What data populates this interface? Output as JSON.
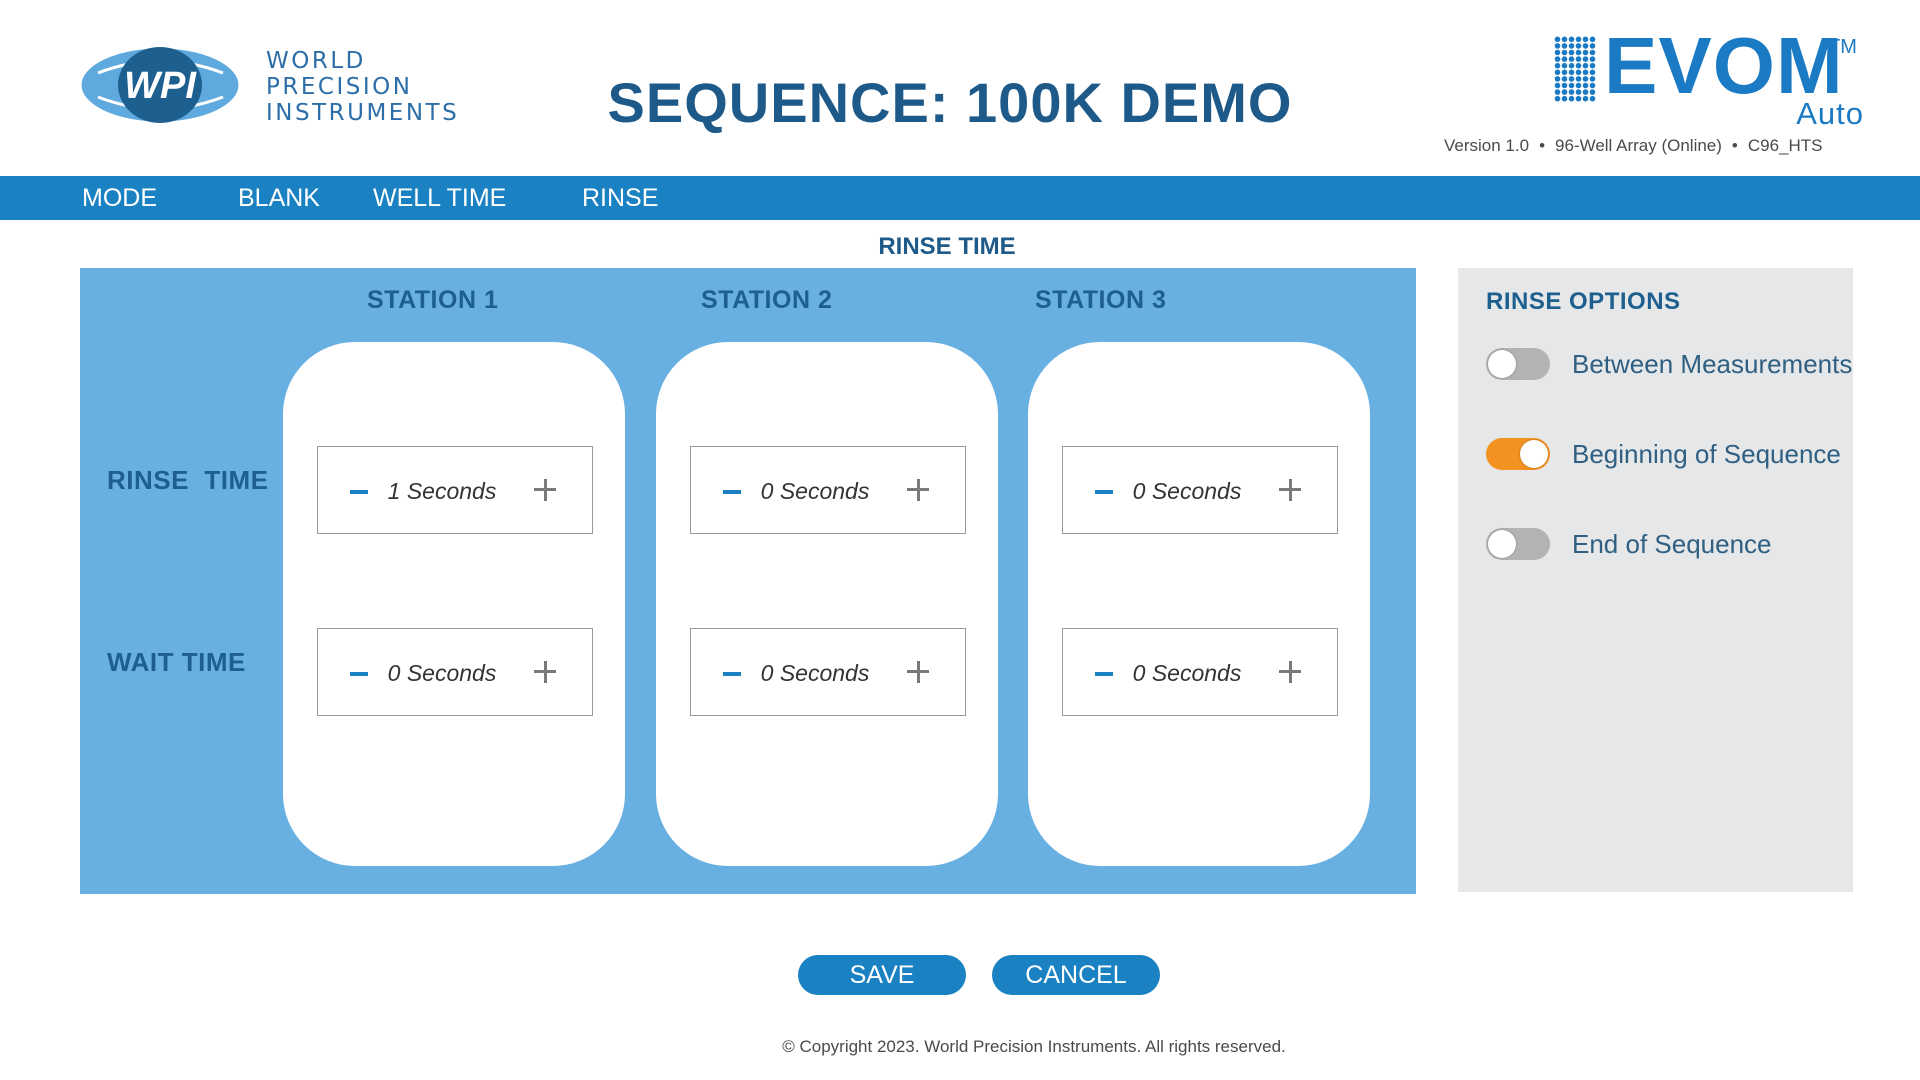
{
  "header": {
    "wpi_lines": [
      "WORLD",
      "PRECISION",
      "INSTRUMENTS"
    ],
    "logo_text": "WPI",
    "title": "SEQUENCE: 100K DEMO",
    "evom_word": "EVOM",
    "evom_tm": "TM",
    "evom_sub": "Auto",
    "version": "Version 1.0",
    "array": "96-Well Array (Online)",
    "model": "C96_HTS",
    "separator": "•"
  },
  "nav": {
    "mode": "MODE",
    "blank": "BLANK",
    "well_time": "WELL TIME",
    "rinse": "RINSE"
  },
  "section_title": "RINSE TIME",
  "rows": {
    "rinse_time": "RINSE  TIME",
    "wait_time": "WAIT TIME"
  },
  "stations": [
    {
      "name": "STATION 1",
      "rinse": "1 Seconds",
      "wait": "0 Seconds"
    },
    {
      "name": "STATION 2",
      "rinse": "0 Seconds",
      "wait": "0 Seconds"
    },
    {
      "name": "STATION 3",
      "rinse": "0 Seconds",
      "wait": "0 Seconds"
    }
  ],
  "rinse_options": {
    "title": "RINSE OPTIONS",
    "items": [
      {
        "label": "Between Measurements",
        "enabled": false
      },
      {
        "label": "Beginning of Sequence",
        "enabled": true
      },
      {
        "label": "End of Sequence",
        "enabled": false
      }
    ]
  },
  "buttons": {
    "save": "SAVE",
    "cancel": "CANCEL"
  },
  "footer": {
    "copyright": "© Copyright 2023. World Precision Instruments. All rights reserved."
  },
  "colors": {
    "accent": "#1a81c2",
    "panel": "#68b0e2",
    "toggle_on": "#f39221",
    "title": "#1d5a8a"
  }
}
